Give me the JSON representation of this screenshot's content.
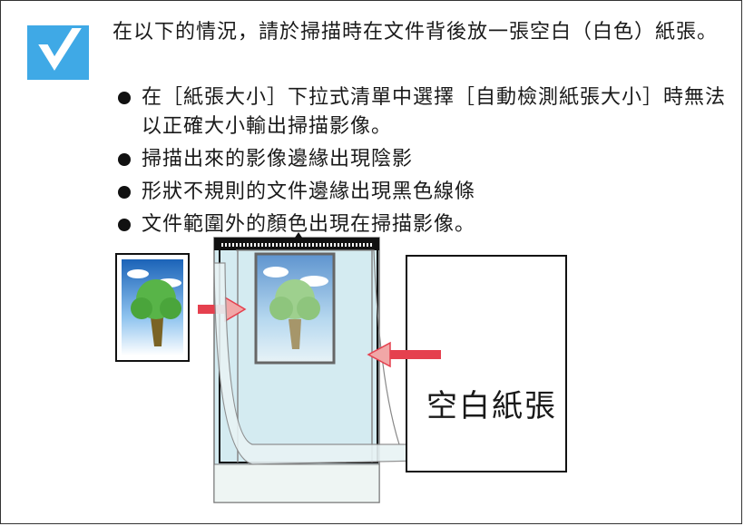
{
  "note": {
    "intro": "在以下的情況，請於掃描時在文件背後放一張空白（白色）紙張。",
    "items": [
      "在［紙張大小］下拉式清單中選擇［自動檢測紙張大小］時無法以正確大小輸出掃描影像。",
      "掃描出來的影像邊緣出現陰影",
      "形狀不規則的文件邊緣出現黑色線條",
      "文件範圍外的顏色出現在掃描影像。"
    ]
  },
  "illustration": {
    "blank_paper_label": "空白紙張"
  },
  "colors": {
    "check_icon": "#3fa9e6",
    "carrier_fill": "#d4ebf1",
    "arrow": "#e5404e",
    "arrow_light": "#f1a7a7"
  }
}
